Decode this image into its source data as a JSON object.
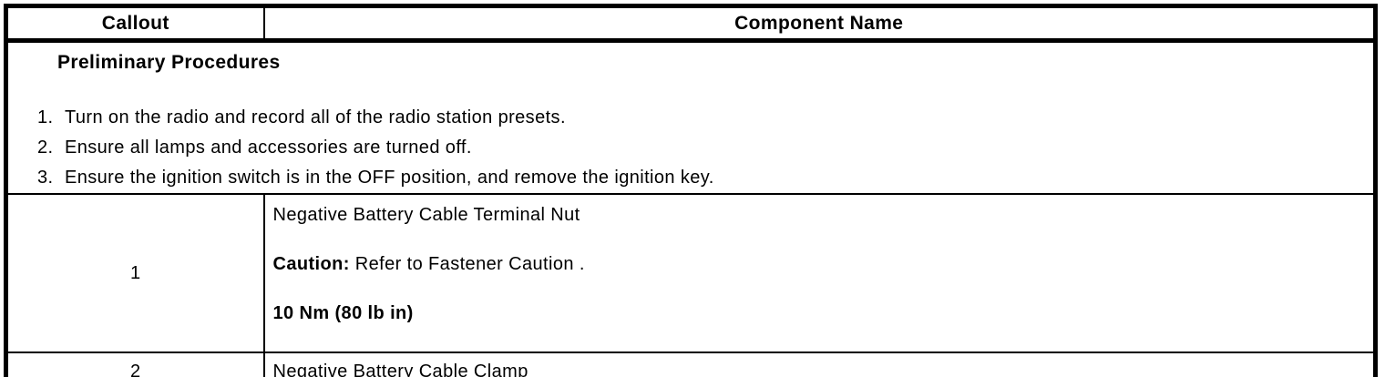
{
  "colors": {
    "border": "#000000",
    "background": "#ffffff",
    "text": "#000000"
  },
  "table": {
    "header": {
      "callout": "Callout",
      "component_name": "Component Name"
    },
    "preliminary": {
      "title": "Preliminary Procedures",
      "steps": [
        {
          "num": "1.",
          "text": "Turn on the radio and record all of the radio station presets."
        },
        {
          "num": "2.",
          "text": "Ensure all lamps and accessories are turned off."
        },
        {
          "num": "3.",
          "text": "Ensure the ignition switch is in the OFF position, and remove the ignition key."
        }
      ]
    },
    "rows": [
      {
        "callout": "1",
        "component": {
          "name": "Negative Battery Cable Terminal Nut",
          "caution_label": "Caution:",
          "caution_text": " Refer to Fastener Caution .",
          "torque": "10 Nm (80 lb in)"
        }
      },
      {
        "callout": "2",
        "component": {
          "name": "Negative Battery Cable Clamp"
        }
      }
    ]
  }
}
